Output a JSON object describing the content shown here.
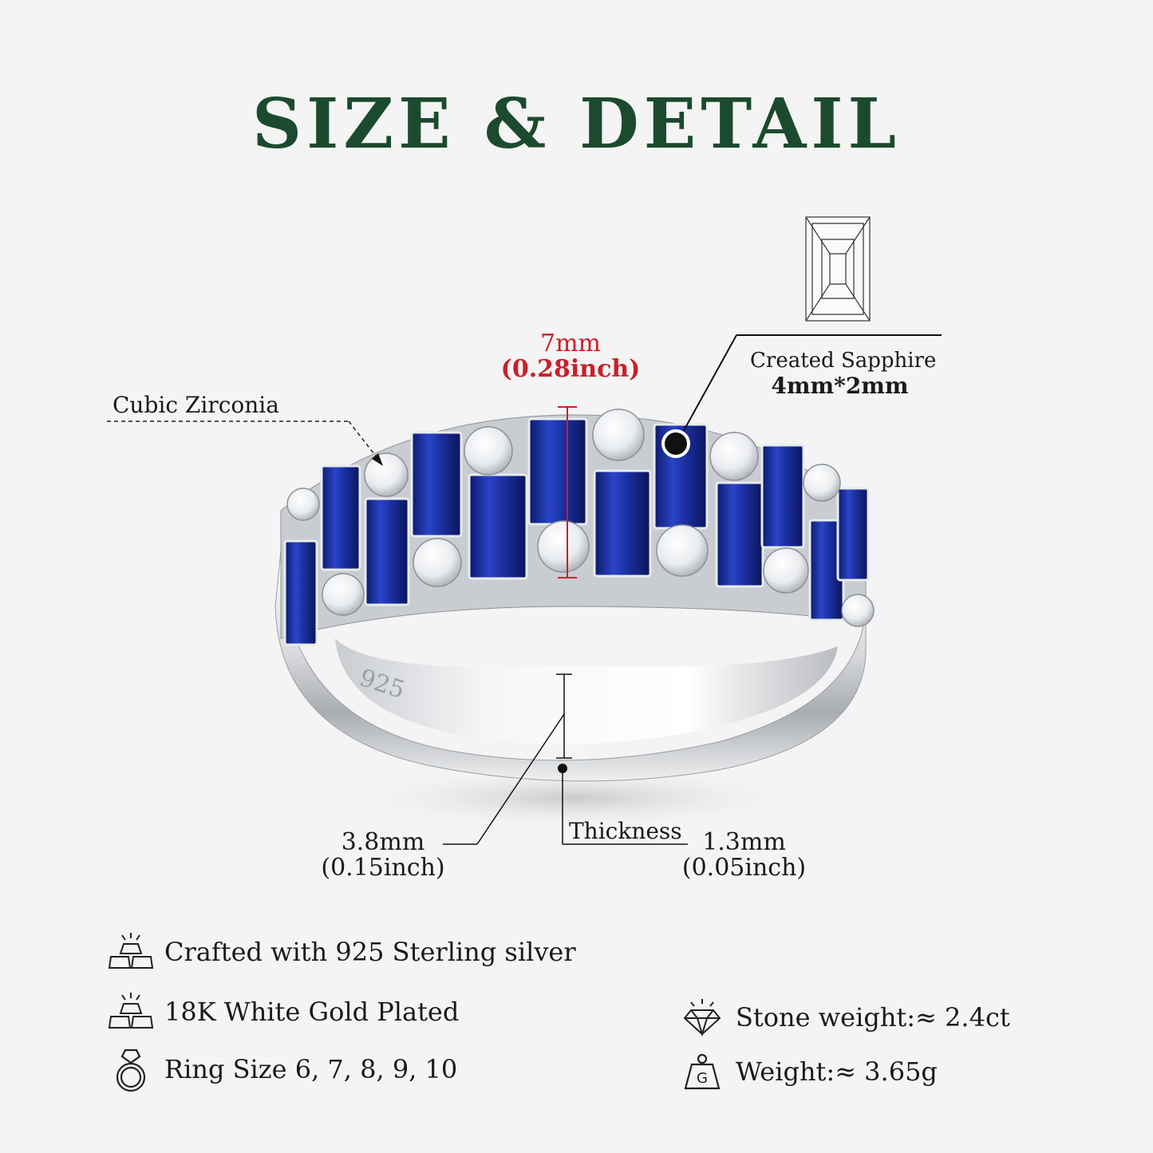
{
  "title": "SIZE & DETAIL",
  "colors": {
    "background": "#f3f4f3",
    "title": "#1c4a2e",
    "sapphire": "#1a2f9e",
    "dimension_red": "#c8202a",
    "silver": "#d9dbde"
  },
  "labels": {
    "cubic_zirconia": "Cubic Zirconia",
    "sapphire_name": "Created Sapphire",
    "sapphire_size": "4mm*2mm",
    "width_mm": "7mm",
    "width_in": "(0.28inch)",
    "band_mm": "3.8mm",
    "band_in": "(0.15inch)",
    "thickness": "Thickness",
    "thickness_mm": "1.3mm",
    "thickness_in": "(0.05inch)",
    "stamp": "925"
  },
  "features": [
    {
      "icon": "silver-bars-icon",
      "text": "Crafted with 925 Sterling silver"
    },
    {
      "icon": "gold-bars-icon",
      "text": "18K White Gold Plated"
    },
    {
      "icon": "ring-icon",
      "text": "Ring Size 6, 7, 8, 9, 10"
    },
    {
      "icon": "diamond-icon",
      "text": "Stone weight:≈ 2.4ct"
    },
    {
      "icon": "weight-icon",
      "text": "Weight:≈ 3.65g"
    }
  ]
}
